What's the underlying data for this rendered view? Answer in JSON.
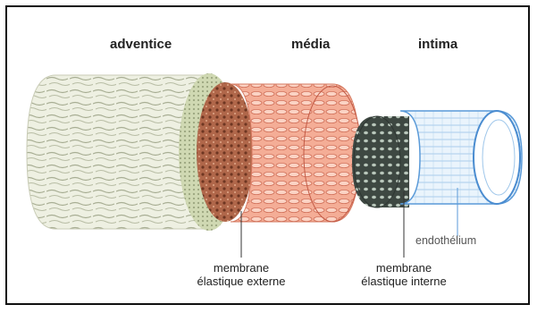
{
  "layers": {
    "adventice": "adventice",
    "media": "média",
    "intima": "intima"
  },
  "callouts": {
    "external_membrane_line1": "membrane",
    "external_membrane_line2": "élastique externe",
    "internal_membrane_line1": "membrane",
    "internal_membrane_line2": "élastique interne",
    "endothelium": "endothélium"
  },
  "colors": {
    "adventice": "#e8ead6",
    "adventice_fibers": "#9aa28a",
    "external_elastic": "#9a5238",
    "media": "#ef9f86",
    "media_fibers": "#c9604a",
    "internal_elastic": "#48524c",
    "intima": "#dcecf8",
    "intima_lines": "#5a9ad8",
    "border": "#111111"
  }
}
